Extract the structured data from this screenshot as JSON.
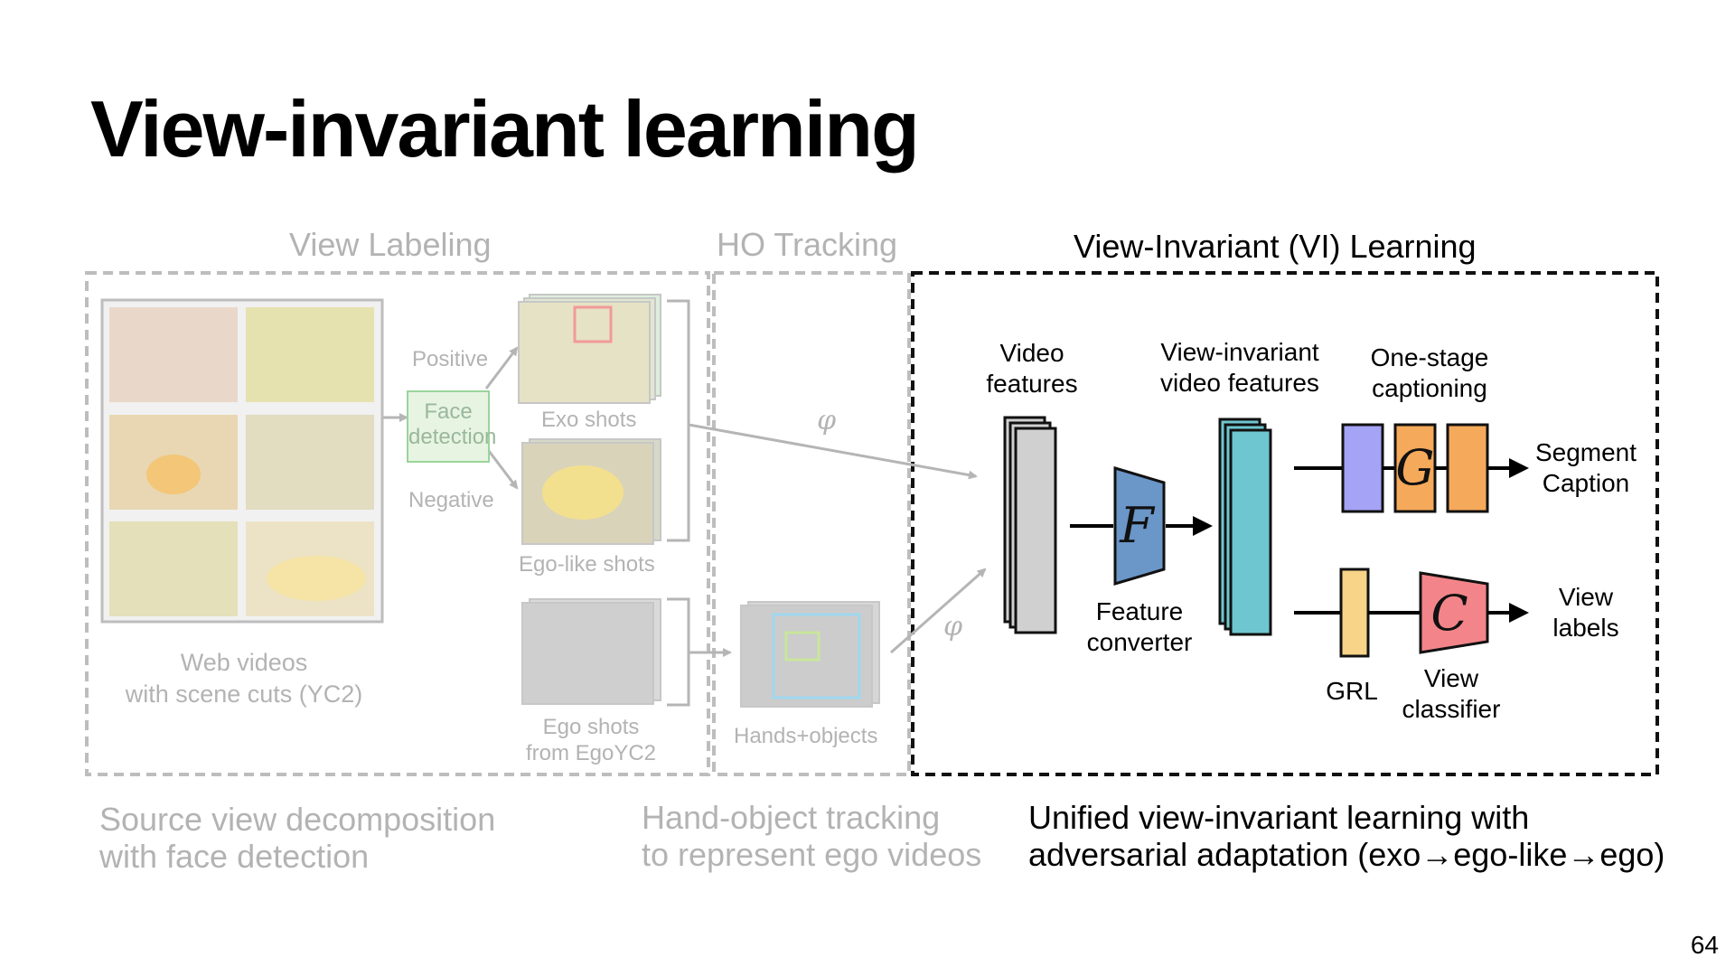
{
  "slide": {
    "title": "View-invariant learning",
    "page_number": "64"
  },
  "sections": {
    "view_labeling": "View Labeling",
    "ho_tracking": "HO Tracking",
    "vi_learning": "View-Invariant (VI) Learning"
  },
  "view_labeling": {
    "positive": "Positive",
    "negative": "Negative",
    "face_detection_line1": "Face",
    "face_detection_line2": "detection",
    "exo_shots": "Exo shots",
    "ego_like_shots": "Ego-like shots",
    "ego_shots_line1": "Ego shots",
    "ego_shots_line2": "from EgoYC2",
    "web_videos_line1": "Web videos",
    "web_videos_line2": "with scene cuts (YC2)"
  },
  "ho_tracking": {
    "hands_objects": "Hands+objects",
    "phi_symbol": "φ"
  },
  "vi_learning": {
    "video_features_line1": "Video",
    "video_features_line2": "features",
    "vi_features_line1": "View-invariant",
    "vi_features_line2": "video features",
    "one_stage_line1": "One-stage",
    "one_stage_line2": "captioning",
    "segment_caption_line1": "Segment",
    "segment_caption_line2": "Caption",
    "view_labels_line1": "View",
    "view_labels_line2": "labels",
    "feature_converter_line1": "Feature",
    "feature_converter_line2": "converter",
    "grl": "GRL",
    "view_classifier_line1": "View",
    "view_classifier_line2": "classifier",
    "F_symbol": "F",
    "G_symbol": "G",
    "C_symbol": "C"
  },
  "captions": {
    "source_line1": "Source view decomposition",
    "source_line2": "with face detection",
    "hand_line1": "Hand-object tracking",
    "hand_line2": "to represent ego videos",
    "unified_line1": "Unified view-invariant learning with",
    "unified_line2": "adversarial adaptation (exo→ego-like→ego)"
  },
  "colors": {
    "grey_block": "#d0d0d0",
    "teal_block": "#6ec6d0",
    "feature_converter": "#6a96c8",
    "purple_block": "#a5a3f5",
    "orange_block": "#f5a95a",
    "grl_block": "#f7d488",
    "view_classifier": "#f3858a",
    "faded_text": "#b3b3b3"
  }
}
